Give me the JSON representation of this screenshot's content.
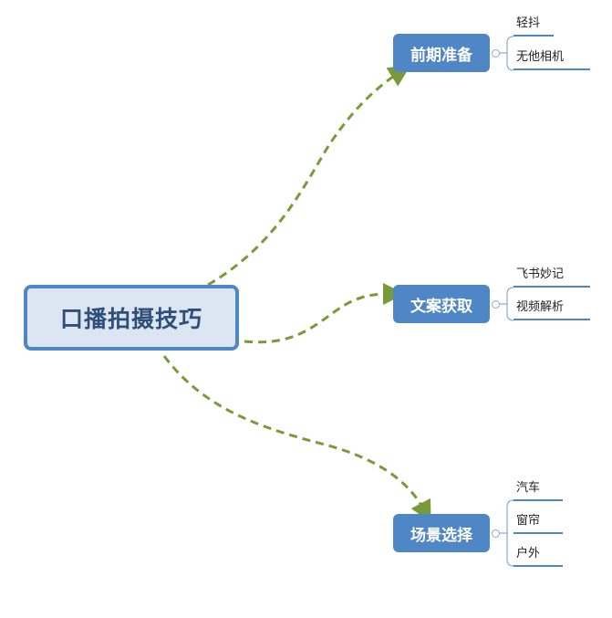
{
  "root": {
    "label": "口播拍摄技巧"
  },
  "branches": [
    {
      "label": "前期准备",
      "children": [
        "轻抖",
        "无他相机"
      ]
    },
    {
      "label": "文案获取",
      "children": [
        "飞书妙记",
        "视频解析"
      ]
    },
    {
      "label": "场景选择",
      "children": [
        "汽车",
        "窗帘",
        "户外"
      ]
    }
  ],
  "colors": {
    "root_fill": "#dce6f2",
    "root_border": "#4f86c6",
    "branch_fill": "#4f86c6",
    "connector": "#7a9a3a",
    "leaf_line": "#4f86c6"
  }
}
